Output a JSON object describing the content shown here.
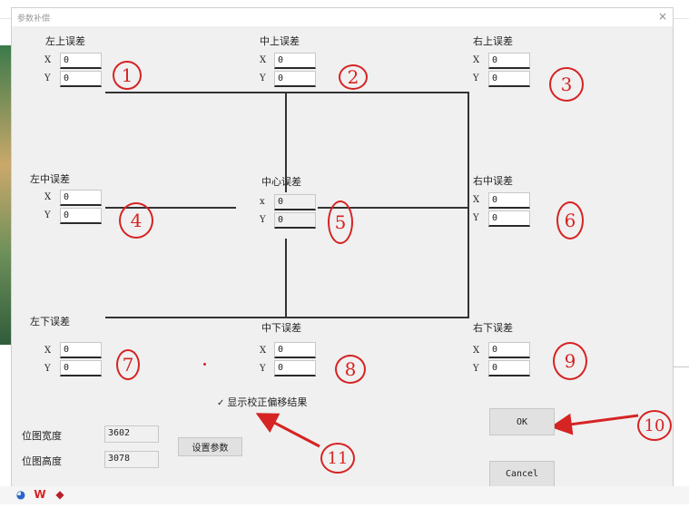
{
  "window": {
    "title": "参数补偿",
    "close_glyph": "×"
  },
  "groups": {
    "top_left": {
      "label": "左上误差",
      "x": "0",
      "y": "0",
      "marker": "1"
    },
    "top_mid": {
      "label": "中上误差",
      "x": "0",
      "y": "0",
      "marker": "2"
    },
    "top_right": {
      "label": "右上误差",
      "x": "0",
      "y": "0",
      "marker": "3"
    },
    "mid_left": {
      "label": "左中误差",
      "x": "0",
      "y": "0",
      "marker": "4"
    },
    "center": {
      "label": "中心误差",
      "x": "0",
      "y": "0",
      "marker": "5"
    },
    "mid_right": {
      "label": "右中误差",
      "x": "0",
      "y": "0",
      "marker": "6"
    },
    "bot_left": {
      "label": "左下误差",
      "x": "0",
      "y": "0",
      "marker": "7"
    },
    "bot_mid": {
      "label": "中下误差",
      "x": "0",
      "y": "0",
      "marker": "8"
    },
    "bot_right": {
      "label": "右下误差",
      "x": "0",
      "y": "0",
      "marker": "9"
    }
  },
  "axes": {
    "x": "X",
    "y": "Y",
    "x_small": "x"
  },
  "bitmap": {
    "width_label": "位图宽度",
    "width_value": "3602",
    "height_label": "位图高度",
    "height_value": "3078"
  },
  "buttons": {
    "set_params": "设置参数",
    "ok": "OK",
    "ok_marker": "10",
    "cancel": "Cancel"
  },
  "checkbox": {
    "tick": "✓",
    "label": "显示校正偏移结果",
    "marker": "11"
  },
  "colors": {
    "annotation": "#d62323",
    "dialog_bg": "#f0f0f0"
  }
}
